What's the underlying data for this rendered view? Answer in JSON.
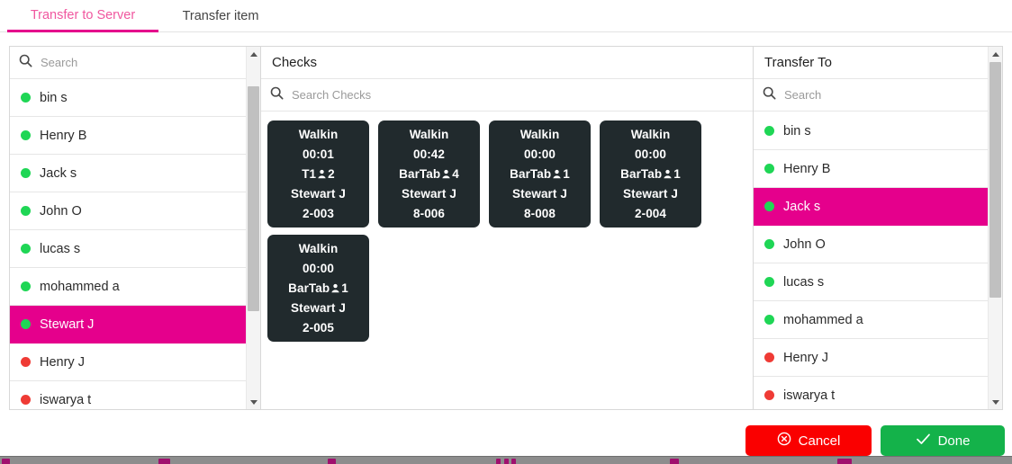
{
  "tabs": [
    {
      "label": "Transfer to Server",
      "active": true
    },
    {
      "label": "Transfer item",
      "active": false
    }
  ],
  "colors": {
    "accent_magenta": "#e5008c",
    "tab_active_text": "#f0579f",
    "status_online": "#1fd655",
    "status_offline": "#ef3b35",
    "card_background": "#212a2d",
    "cancel_red": "#fa0000",
    "done_green": "#14b24a"
  },
  "servers_panel": {
    "search_placeholder": "Search",
    "rows": [
      {
        "label": "bin s",
        "status": "online",
        "selected": false
      },
      {
        "label": "Henry B",
        "status": "online",
        "selected": false
      },
      {
        "label": "Jack s",
        "status": "online",
        "selected": false
      },
      {
        "label": "John O",
        "status": "online",
        "selected": false
      },
      {
        "label": "lucas s",
        "status": "online",
        "selected": false
      },
      {
        "label": "mohammed a",
        "status": "online",
        "selected": false
      },
      {
        "label": "Stewart J",
        "status": "online",
        "selected": true
      },
      {
        "label": "Henry J",
        "status": "offline",
        "selected": false
      },
      {
        "label": "iswarya t",
        "status": "offline",
        "selected": false
      }
    ]
  },
  "checks_panel": {
    "title": "Checks",
    "search_placeholder": "Search Checks",
    "cards": [
      {
        "type": "Walkin",
        "time": "00:01",
        "table": "T1",
        "guests": "2",
        "server": "Stewart J",
        "check_no": "2-003"
      },
      {
        "type": "Walkin",
        "time": "00:42",
        "table": "BarTab",
        "guests": "4",
        "server": "Stewart J",
        "check_no": "8-006"
      },
      {
        "type": "Walkin",
        "time": "00:00",
        "table": "BarTab",
        "guests": "1",
        "server": "Stewart J",
        "check_no": "8-008"
      },
      {
        "type": "Walkin",
        "time": "00:00",
        "table": "BarTab",
        "guests": "1",
        "server": "Stewart J",
        "check_no": "2-004"
      },
      {
        "type": "Walkin",
        "time": "00:00",
        "table": "BarTab",
        "guests": "1",
        "server": "Stewart J",
        "check_no": "2-005"
      }
    ]
  },
  "target_panel": {
    "title": "Transfer To",
    "search_placeholder": "Search",
    "rows": [
      {
        "label": "bin s",
        "status": "online",
        "selected": false
      },
      {
        "label": "Henry B",
        "status": "online",
        "selected": false
      },
      {
        "label": "Jack s",
        "status": "online",
        "selected": true
      },
      {
        "label": "John O",
        "status": "online",
        "selected": false
      },
      {
        "label": "lucas s",
        "status": "online",
        "selected": false
      },
      {
        "label": "mohammed a",
        "status": "online",
        "selected": false
      },
      {
        "label": "Henry J",
        "status": "offline",
        "selected": false
      },
      {
        "label": "iswarya t",
        "status": "offline",
        "selected": false
      }
    ]
  },
  "footer": {
    "cancel_label": "Cancel",
    "done_label": "Done"
  }
}
